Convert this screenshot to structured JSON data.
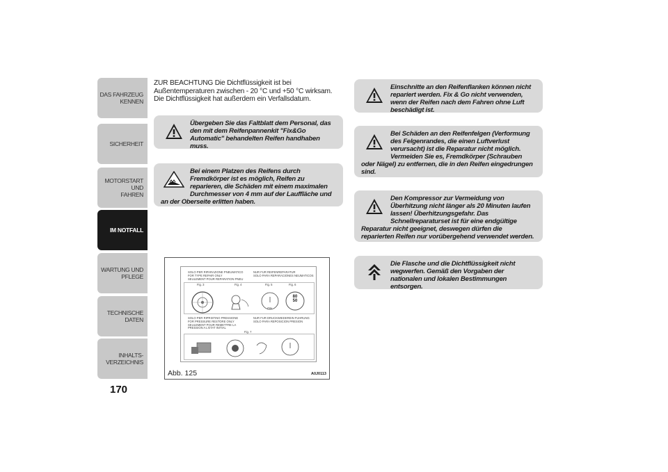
{
  "sidebar": {
    "tabs": [
      {
        "lines": [
          "DAS FAHRZEUG",
          "KENNEN"
        ],
        "active": false
      },
      {
        "lines": [
          "SICHERHEIT"
        ],
        "active": false
      },
      {
        "lines": [
          "MOTORSTART UND",
          "FAHREN"
        ],
        "active": false
      },
      {
        "lines": [
          "IM NOTFALL"
        ],
        "active": true
      },
      {
        "lines": [
          "WARTUNG UND",
          "PFLEGE"
        ],
        "active": false
      },
      {
        "lines": [
          "TECHNISCHE DATEN"
        ],
        "active": false
      },
      {
        "lines": [
          "INHALTS-",
          "VERZEICHNIS"
        ],
        "active": false
      }
    ],
    "page_number": "170"
  },
  "intro": "ZUR BEACHTUNG Die Dichtflüssigkeit ist bei Außentemperaturen zwischen - 20 °C und +50 °C wirksam. Die Dichtflüssigkeit hat außerdem ein Verfallsdatum.",
  "notes_left": [
    {
      "icon": "warning-triangle-icon",
      "text": "Übergeben Sie das Faltblatt dem Personal, das den mit dem Reifenpannenkit \"Fix&Go Automatic\" behandelten Reifen handhaben muss."
    },
    {
      "icon": "tyre-warning-icon",
      "text": "Bei einem Platzen des Reifens durch Fremdkörper ist es möglich, Reifen zu reparieren, die Schäden mit einem maximalen Durchmesser von 4 mm auf der Lauffläche und an der Oberseite erlitten haben."
    }
  ],
  "notes_right": [
    {
      "icon": "warning-triangle-icon",
      "text": "Einschnitte an den Reifenflanken können nicht repariert werden. Fix & Go nicht verwenden, wenn der Reifen nach dem Fahren ohne Luft beschädigt ist."
    },
    {
      "icon": "warning-triangle-icon",
      "text": "Bei Schäden an den Reifenfelgen (Verformung des Felgenrandes, die einen Luftverlust verursacht) ist die Reparatur nicht möglich. Vermeiden Sie es, Fremdkörper (Schrauben oder Nägel) zu entfernen, die in den Reifen eingedrungen sind."
    },
    {
      "icon": "warning-triangle-icon",
      "text": "Den Kompressor zur Vermeidung von Überhitzung nicht länger als 20 Minuten laufen lassen! Überhitzungsgefahr. Das Schnellreparaturset ist für eine endgültige Reparatur nicht geeignet, deswegen dürfen die reparierten Reifen nur vorübergehend verwendet werden."
    },
    {
      "icon": "recycle-icon",
      "text": "Die Flasche und die Dichtflüssigkeit nicht wegwerfen. Gemäß den Vorgaben der nationalen und lokalen Bestimmungen entsorgen."
    }
  ],
  "figure": {
    "caption": "Abb. 125",
    "code": "A0J0113",
    "sheet_lines_top_left": [
      "SOLO PER RIPARAZIONE PNEUMATICO",
      "FOR TYPE REPAIR ONLY",
      "SEULEMENT POUR REPARATION PNEU"
    ],
    "sheet_lines_top_right": [
      "NUR FUR REIFENREPARATUR",
      "SOLO PARA REPARACIONES NEUMATICOS"
    ],
    "sheet_lines_mid_left": [
      "SOLO PER RIPRISTINO PRESSIONE",
      "FOR PRESSURE RESTORE ONLY",
      "SEULEMENT POUR REMETTRE LA",
      "PRESSION A L'ETAT INITIAL"
    ],
    "sheet_lines_mid_right": [
      "NUR FUR DRUCKWIEDEREIN FUHRUNG",
      "SOLO PARA REPOSICION PRESION"
    ],
    "fig_labels": [
      "Fig. 3",
      "Fig. 4",
      "Fig. 5",
      "Fig. 6",
      "Fig. 7"
    ],
    "speed_values": [
      "80",
      "50"
    ],
    "switch_label": "ON"
  }
}
